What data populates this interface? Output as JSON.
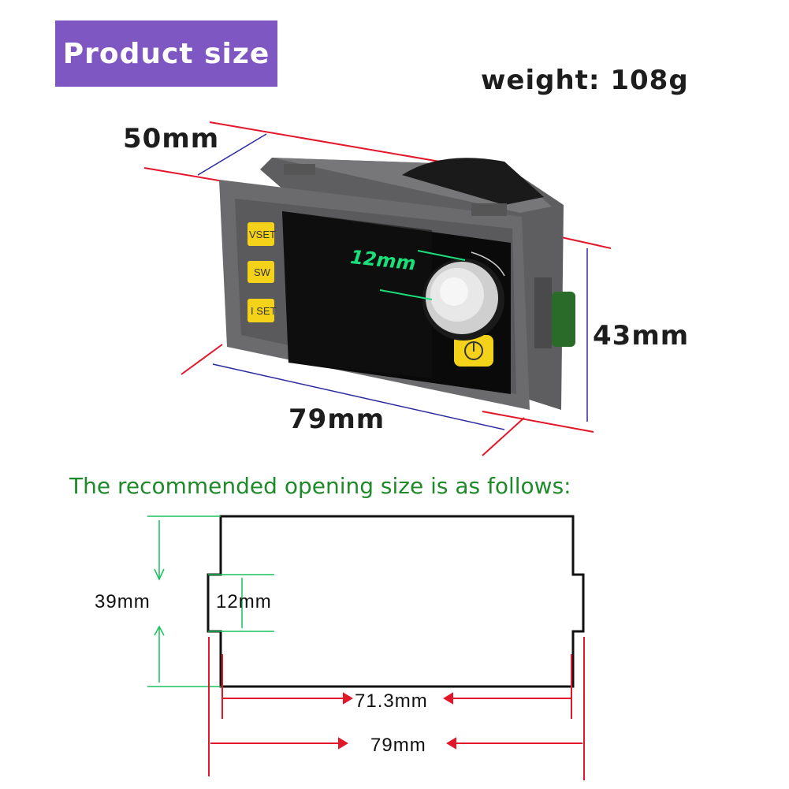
{
  "header": {
    "title": "Product size",
    "weight": "weight: 108g"
  },
  "dimensions": {
    "depth": "50mm",
    "height": "43mm",
    "width": "79mm",
    "knob": "12mm"
  },
  "device": {
    "keys": [
      "VSET",
      "SW",
      "I SET"
    ],
    "colors": {
      "body": "#6a6a6c",
      "bezel": "#7b7b7d",
      "screen": "#0a0a0a",
      "key": "#f4d21a",
      "leader": "#e2172a"
    }
  },
  "opening": {
    "title": "The recommended opening size is as follows:",
    "height": "39mm",
    "tab": "12mm",
    "inner_width": "71.3mm",
    "outer_width": "79mm"
  }
}
